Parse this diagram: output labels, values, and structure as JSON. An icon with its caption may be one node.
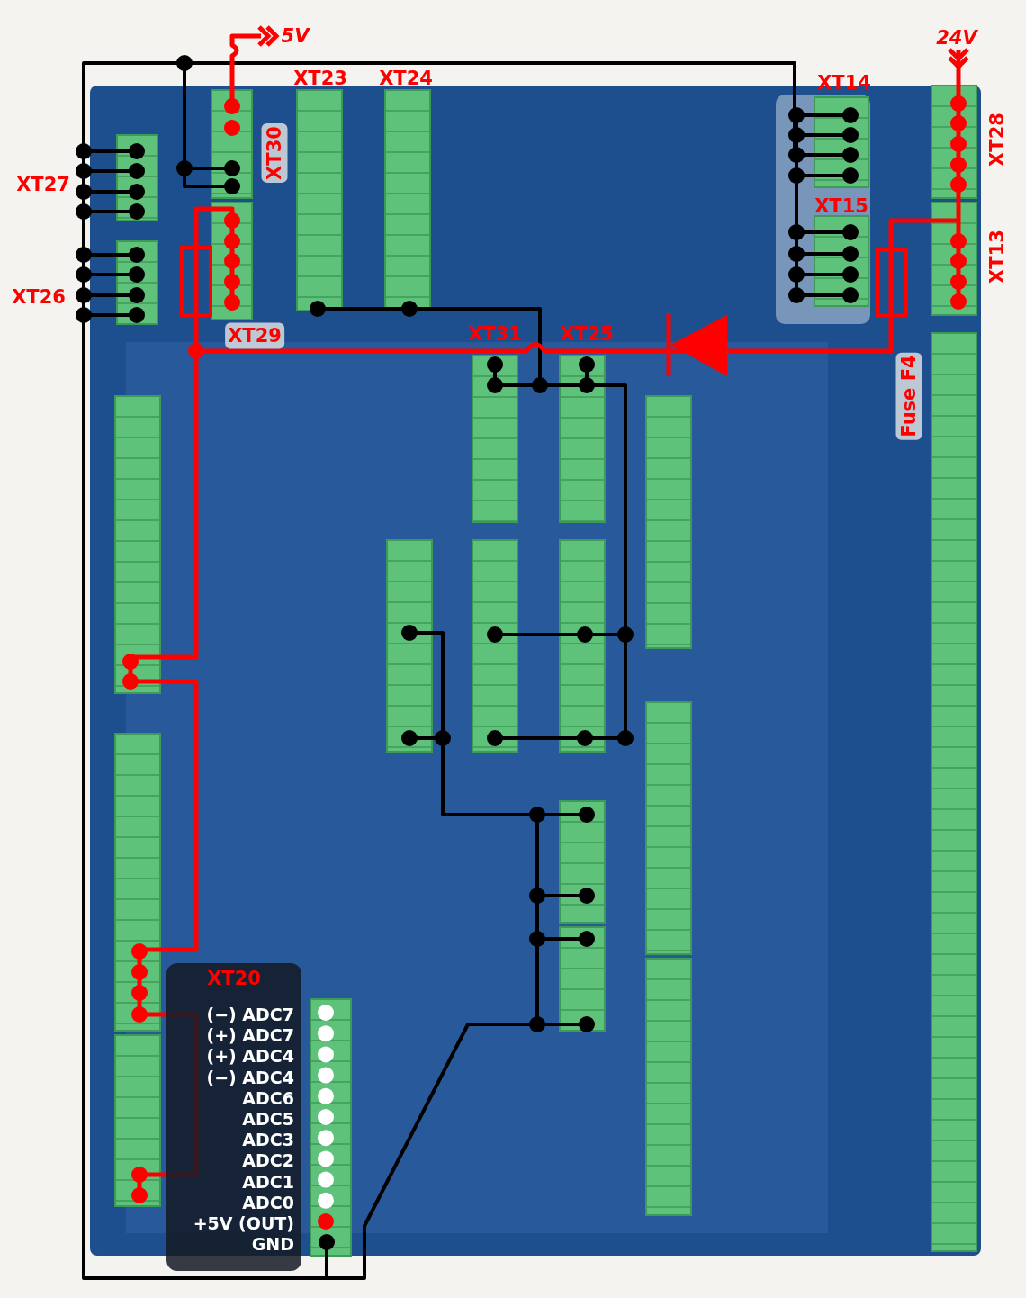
{
  "diagram": {
    "nodes": [
      {
        "text": [
          "XT20",
          "(−) ADC7",
          "(+) ADC7",
          "(+) ADC4",
          "(−) ADC4",
          "ADC6",
          "ADC5",
          "ADC3",
          "ADC2",
          "ADC1",
          "ADC0",
          "+5V (OUT)",
          "GND"
        ]
      }
    ],
    "labels": [
      "5V",
      "24V",
      "XT23",
      "XT24",
      "XT14",
      "XT28",
      "XT27",
      "XT30",
      "XT15",
      "XT13",
      "XT26",
      "XT29",
      "XT31",
      "XT25",
      "Fuse F4"
    ]
  }
}
